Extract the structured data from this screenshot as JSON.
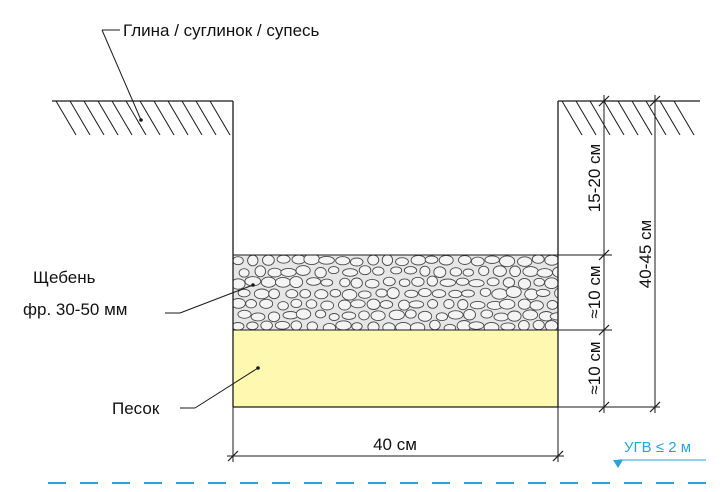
{
  "labels": {
    "soil": "Глина / суглинок / супесь",
    "gravel_line1": "Щебень",
    "gravel_line2": "фр. 30-50 мм",
    "sand": "Песок"
  },
  "dimensions": {
    "top_gap": "15-20 см",
    "gravel_thickness": "≈10 см",
    "sand_thickness": "≈10 см",
    "total_depth": "40-45 см",
    "width": "40 см"
  },
  "groundwater": {
    "label": "УГВ ≤ 2 м"
  },
  "colors": {
    "line": "#1a1a1a",
    "sand_fill": "#fff8b0",
    "gravel_fill": "#e6e6e6",
    "gravel_stone": "#f4f4f4",
    "groundwater": "#29a3d9"
  }
}
